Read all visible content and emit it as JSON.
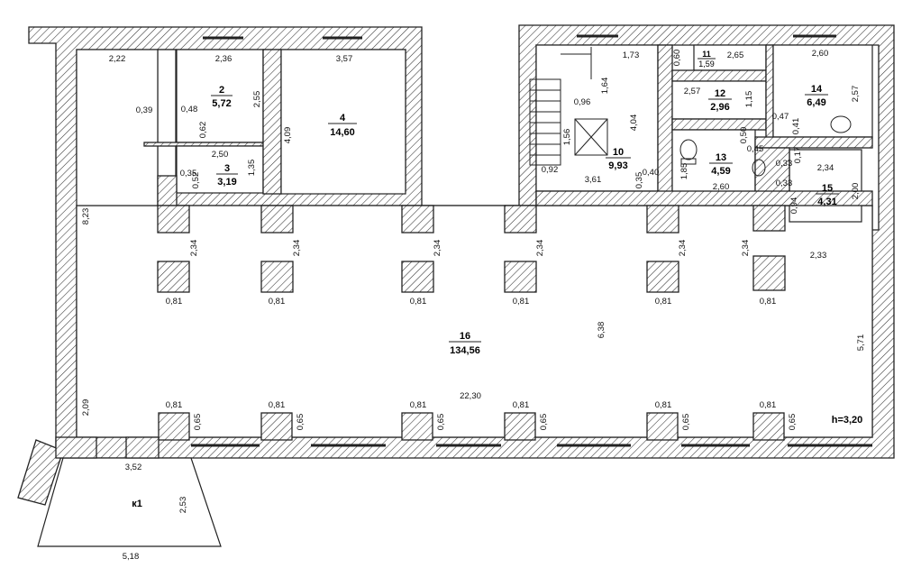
{
  "plan": {
    "height_label": "h=3,20",
    "rooms": [
      {
        "id": "r2",
        "number": "2",
        "area": "5,72"
      },
      {
        "id": "r3",
        "number": "3",
        "area": "3,19"
      },
      {
        "id": "r4",
        "number": "4",
        "area": "14,60"
      },
      {
        "id": "r10",
        "number": "10",
        "area": "9,93"
      },
      {
        "id": "r11",
        "number": "11",
        "area": "1,59"
      },
      {
        "id": "r12",
        "number": "12",
        "area": "2,96"
      },
      {
        "id": "r13",
        "number": "13",
        "area": "4,59"
      },
      {
        "id": "r14",
        "number": "14",
        "area": "6,49"
      },
      {
        "id": "r15",
        "number": "15",
        "area": "4,31"
      },
      {
        "id": "r16",
        "number": "16",
        "area": "134,56"
      },
      {
        "id": "k1",
        "number": "к1",
        "area": ""
      }
    ],
    "dimensions": {
      "d_2_22": "2,22",
      "d_8_23": "8,23",
      "d_2_09": "2,09",
      "d_3_52": "3,52",
      "d_2_53": "2,53",
      "d_5_18": "5,18",
      "d_0_39": "0,39",
      "d_0_48": "0,48",
      "d_0_62": "0,62",
      "d_2_36": "2,36",
      "d_2_55": "2,55",
      "d_2_50": "2,50",
      "d_0_35a": "0,35",
      "d_0_52": "0,52",
      "d_1_35": "1,35",
      "d_3_57": "3,57",
      "d_4_09": "4,09",
      "d_1_73": "1,73",
      "d_1_64": "1,64",
      "d_0_96": "0,96",
      "d_4_04": "4,04",
      "d_1_56": "1,56",
      "d_0_92": "0,92",
      "d_3_61": "3,61",
      "d_0_35b": "0,35",
      "d_0_40": "0,40",
      "d_0_60": "0,60",
      "d_2_65": "2,65",
      "d_2_57a": "2,57",
      "d_1_15": "1,15",
      "d_0_50": "0,50",
      "d_0_45": "0,45",
      "d_1_85": "1,85",
      "d_2_60a": "2,60",
      "d_2_60b": "2,60",
      "d_2_57b": "2,57",
      "d_0_47": "0,47",
      "d_0_41": "0,41",
      "d_0_17": "0,17",
      "d_0_33a": "0,33",
      "d_0_33b": "0,33",
      "d_2_34h": "2,34",
      "d_2_00": "2,00",
      "d_0_94": "0,94",
      "d_2_33": "2,33",
      "d_5_71": "5,71",
      "d_6_38": "6,38",
      "d_22_30": "22,30",
      "pier_234": "2,34",
      "pier_081": "0,81",
      "pier_065": "0,65"
    }
  }
}
